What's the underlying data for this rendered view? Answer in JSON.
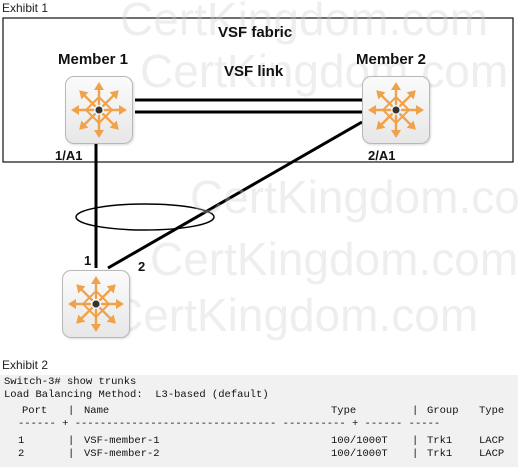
{
  "exhibit1": {
    "label": "Exhibit 1",
    "fabric_label": "VSF fabric",
    "link_label": "VSF link",
    "member1_label": "Member 1",
    "member2_label": "Member 2",
    "port_member1": "1/A1",
    "port_member2": "2/A1",
    "switch3_port1": "1",
    "switch3_port2": "2",
    "watermark": "CertKingdom.com",
    "colors": {
      "icon_accent": "#f0a24a",
      "link": "#000000"
    }
  },
  "exhibit2": {
    "label": "Exhibit 2",
    "prompt": "Switch-3# show trunks",
    "load_balancing": "Load Balancing Method:  L3-based (default)",
    "columns": [
      "Port",
      "Name",
      "Type",
      "Group",
      "Type"
    ],
    "separator": "------ + -------------------------------- ---------- + ------ -----",
    "rows": [
      {
        "port": "1",
        "name": "VSF-member-1",
        "type": "100/1000T",
        "group": "Trk1",
        "trunk_type": "LACP"
      },
      {
        "port": "2",
        "name": "VSF-member-2",
        "type": "100/1000T",
        "group": "Trk1",
        "trunk_type": "LACP"
      }
    ]
  }
}
